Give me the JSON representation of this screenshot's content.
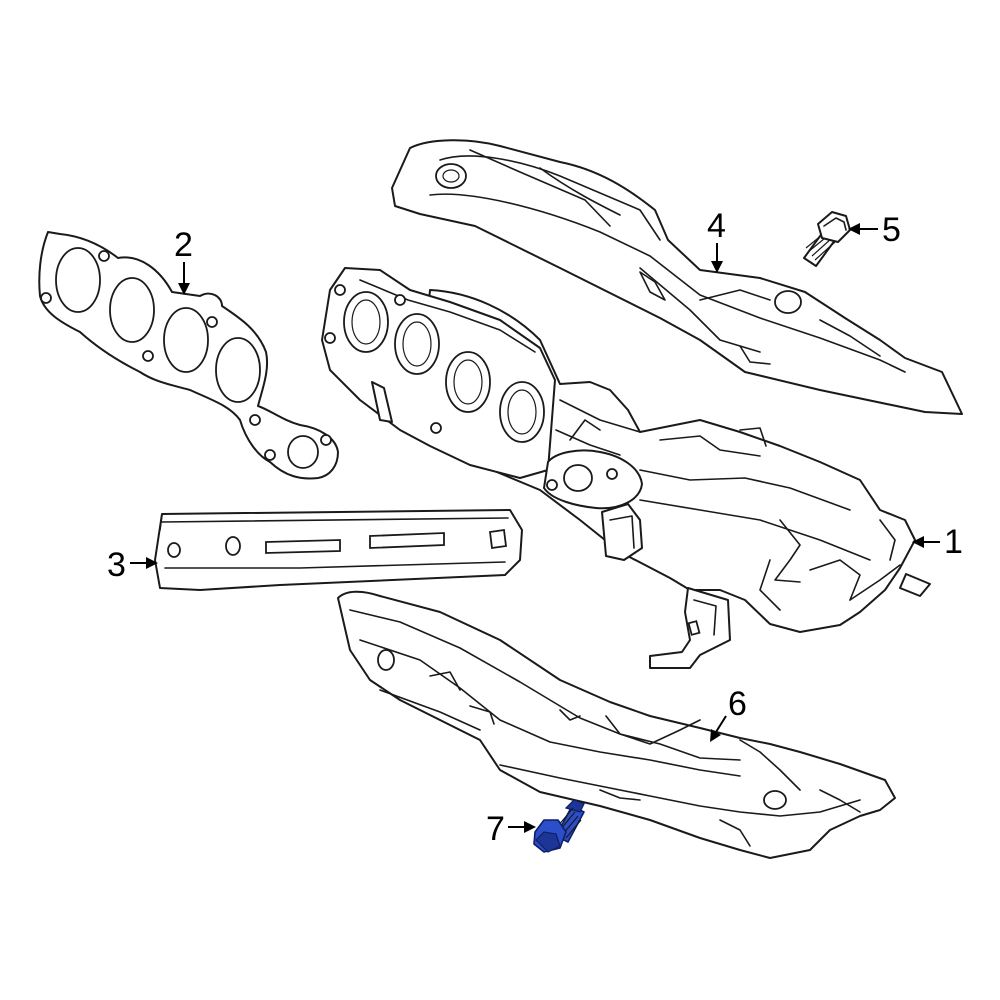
{
  "callouts": [
    {
      "id": "1",
      "label": "1"
    },
    {
      "id": "2",
      "label": "2"
    },
    {
      "id": "3",
      "label": "3"
    },
    {
      "id": "4",
      "label": "4"
    },
    {
      "id": "5",
      "label": "5"
    },
    {
      "id": "6",
      "label": "6"
    },
    {
      "id": "7",
      "label": "7"
    }
  ],
  "colors": {
    "line": "#1a1a1a",
    "highlight": "#2c4fc9",
    "background": "#ffffff"
  },
  "highlighted_part": "7"
}
